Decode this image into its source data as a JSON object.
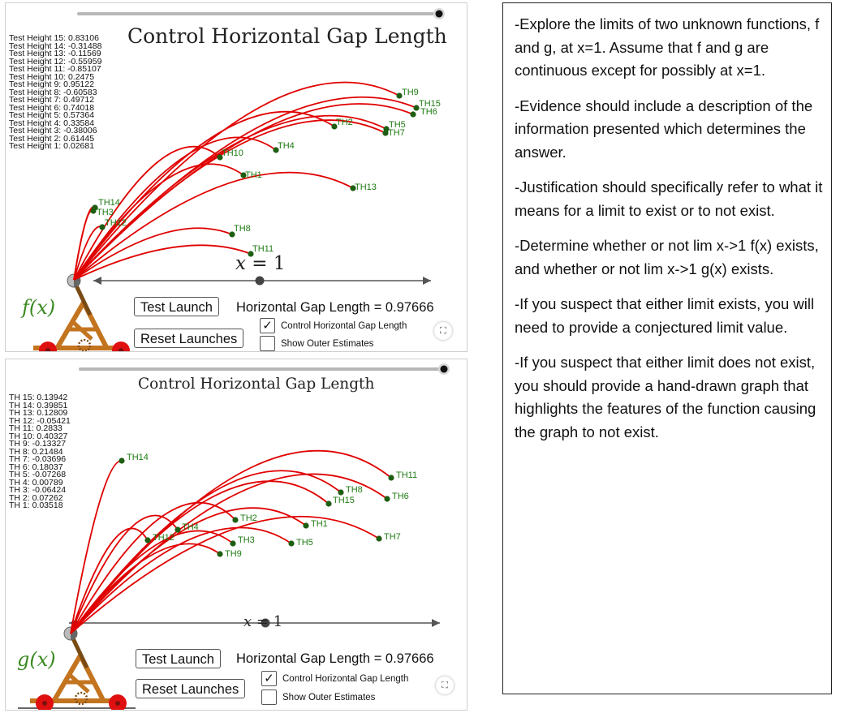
{
  "top_panel": {
    "title": "Control Horizontal Gap Length",
    "function_label": "f(x)",
    "x_label_var": "x",
    "x_label_val": "= 1",
    "test_heights": [
      "Test Height 15: 0.83106",
      "Test Height 14: -0.31488",
      "Test Height 13: -0.11569",
      "Test Height 12: -0.55959",
      "Test Height 11: -0.85107",
      "Test Height 10: 0.2475",
      "Test Height 9: 0.95122",
      "Test Height 8: -0.60583",
      "Test Height 7: 0.49712",
      "Test Height 6: 0.74018",
      "Test Height 5: 0.57364",
      "Test Height 4: 0.33584",
      "Test Height 3: -0.38006",
      "Test Height 2: 0.61445",
      "Test Height 1: 0.02681"
    ],
    "test_launch_label": "Test Launch",
    "reset_launches_label": "Reset Launches",
    "gap_length_text": "Horizontal Gap Length = 0.97666",
    "checkbox_control_label": "Control Horizontal Gap Length",
    "checkbox_control_checked": true,
    "checkbox_outer_label": "Show Outer Estimates",
    "checkbox_outer_checked": false,
    "trajectory_labels": [
      "TH9",
      "TH15",
      "TH6",
      "TH2",
      "TH5",
      "TH7",
      "TH4",
      "TH10",
      "TH1",
      "TH13",
      "TH14",
      "TH3",
      "TH12",
      "TH8",
      "TH11"
    ]
  },
  "bottom_panel": {
    "title": "Control Horizontal Gap Length",
    "function_label": "g(x)",
    "x_label_var": "x",
    "x_label_val": "= 1",
    "test_heights": [
      "TH 15: 0.13942",
      "TH 14: 0.39851",
      "TH 13: 0.12809",
      "TH 12: -0.05421",
      "TH 11: 0.2833",
      "TH 10: 0.40327",
      "TH 9: -0.13327",
      "TH 8: 0.21484",
      "TH 7: -0.03696",
      "TH 6: 0.18037",
      "TH 5: -0.07268",
      "TH 4: 0.00789",
      "TH 3: -0.06424",
      "TH 2: 0.07262",
      "TH 1: 0.03518"
    ],
    "test_launch_label": "Test Launch",
    "reset_launches_label": "Reset Launches",
    "gap_length_text": "Horizontal Gap Length = 0.97666",
    "checkbox_control_label": "Control Horizontal Gap Length",
    "checkbox_control_checked": true,
    "checkbox_outer_label": "Show Outer Estimates",
    "checkbox_outer_checked": false,
    "trajectory_labels": [
      "TH14",
      "TH11",
      "TH8",
      "TH15",
      "TH6",
      "TH2",
      "TH1",
      "TH4",
      "TH12",
      "TH3",
      "TH5",
      "TH7",
      "TH9"
    ]
  },
  "instructions": [
    "-Explore the limits of two unknown functions, f and g, at x=1. Assume that f and g are continuous except for possibly at x=1.",
    "-Evidence should include a description of the information presented which determines the answer.",
    "-Justification should specifically refer to what it means for a limit to exist or to not exist.",
    "-Determine whether or not lim x->1 f(x) exists, and whether or not lim x->1 g(x) exists.",
    "-If you suspect that either limit exists, you will need to provide a conjectured limit value.",
    "-If you suspect that either limit does not exist, you should provide a hand-drawn graph that highlights the features of the function causing the graph to not exist."
  ],
  "colors": {
    "trajectory": "#e00000",
    "point": "#1e5e12",
    "point_label": "#1e7a12",
    "function_label": "#3a8a22",
    "catapult_wood": "#c3741f",
    "wheel": "#e01010"
  },
  "icons": {
    "checkbox_check": "✓",
    "fullscreen": "⛶"
  }
}
